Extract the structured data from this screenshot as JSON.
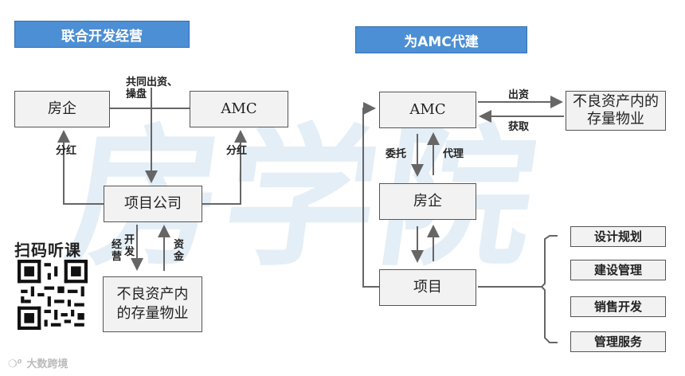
{
  "watermark": "房学院",
  "left_title": "联合开发经营",
  "right_title": "为AMC代建",
  "left": {
    "developer": "房企",
    "amc": "AMC",
    "project_company": "项目公司",
    "assets": "不良资产内的存量物业",
    "co_invest_label": "共同出资、操盘",
    "dividend_left": "分红",
    "dividend_right": "分红",
    "operate_develop_1": "经营",
    "operate_develop_2": "开发",
    "capital": "资金"
  },
  "right": {
    "amc": "AMC",
    "assets": "不良资产内的存量物业",
    "invest": "出资",
    "acquire": "获取",
    "entrust": "委托",
    "agent": "代理",
    "developer": "房企",
    "project": "项目",
    "services": [
      "设计规划",
      "建设管理",
      "销售开发",
      "管理服务"
    ]
  },
  "qr_caption": "扫码听课",
  "footer_brand": "大数跨境",
  "colors": {
    "header_bg": "#4d8fd4",
    "node_bg": "#f2f2f2",
    "line": "#666666",
    "watermark": "#dbe9f4"
  }
}
